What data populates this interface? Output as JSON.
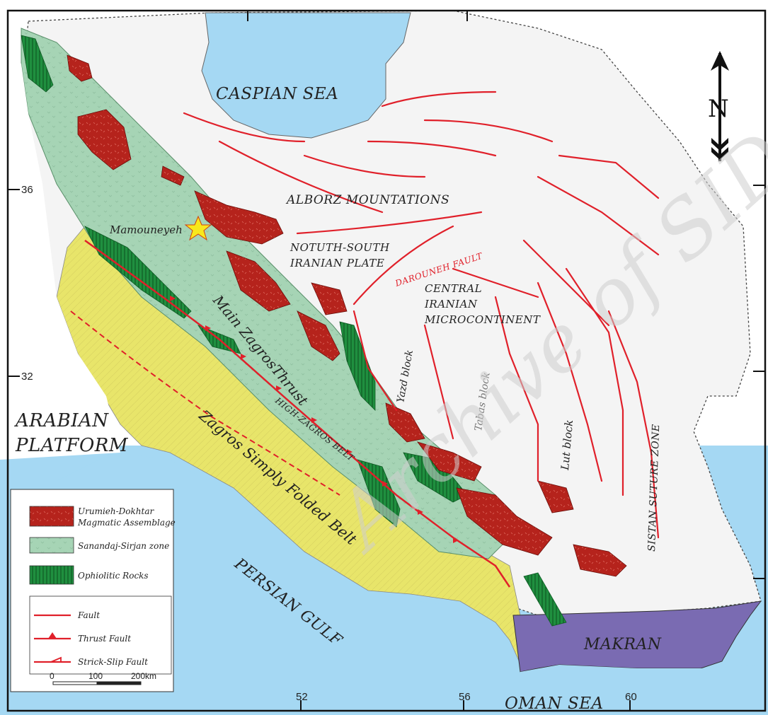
{
  "labels": {
    "caspian": "CASPIAN SEA",
    "alborz": "ALBORZ MOUNTATIONS",
    "north_south_1": "NOTUTH-SOUTH",
    "north_south_2": "IRANIAN PLATE",
    "darouneh": "DAROUNEH FAULT",
    "central_1": "CENTRAL",
    "central_2": "IRANIAN",
    "central_3": "MICROCONTINENT",
    "mamouneyeh": "Mamouneyeh",
    "mzt": "Main ZagrosThrust",
    "yazd": "Yazd block",
    "tabas": "Tabas block",
    "lut": "Lut block",
    "sistan": "SISTAN SUTURE ZONE",
    "arabian_1": "ARABIAN",
    "arabian_2": "PLATFORM",
    "high_zagros": "HIGH-ZAGROS BELT",
    "zagros_fold": "Zagros Simply Folded Belt",
    "persian_gulf": "PERSIAN GULF",
    "makran": "MAKRAN",
    "oman": "OMAN SEA",
    "north": "N",
    "watermark": "Archive of SID"
  },
  "ticks": {
    "lat_36": "36",
    "lat_32": "32",
    "lon_52": "52",
    "lon_56": "56",
    "lon_60": "60"
  },
  "legend": {
    "units": [
      {
        "label_1": "Urumieh-Dokhtar",
        "label_2": "Magmatic Assemblage",
        "color": "#b5231c"
      },
      {
        "label_1": "Sanandaj-Sirjan zone",
        "label_2": "",
        "color": "#a6d4b5"
      },
      {
        "label_1": "Ophiolitic Rocks",
        "label_2": "",
        "color": "#1f8f3f"
      }
    ],
    "symbols": [
      "Fault",
      "Thrust Fault",
      "Strick-Slip Fault"
    ]
  },
  "scale": {
    "t0": "0",
    "t1": "100",
    "t2": "200km"
  },
  "colors": {
    "sea": "#a5d8f3",
    "land": "#f4f4f4",
    "zagros": "#e8e56a",
    "sanandaj": "#a6d4b5",
    "magmatic": "#b5231c",
    "ophiolite": "#1f8f3f",
    "makran": "#7a6bb2",
    "fault": "#e0202a",
    "star": "#f8e81c"
  }
}
